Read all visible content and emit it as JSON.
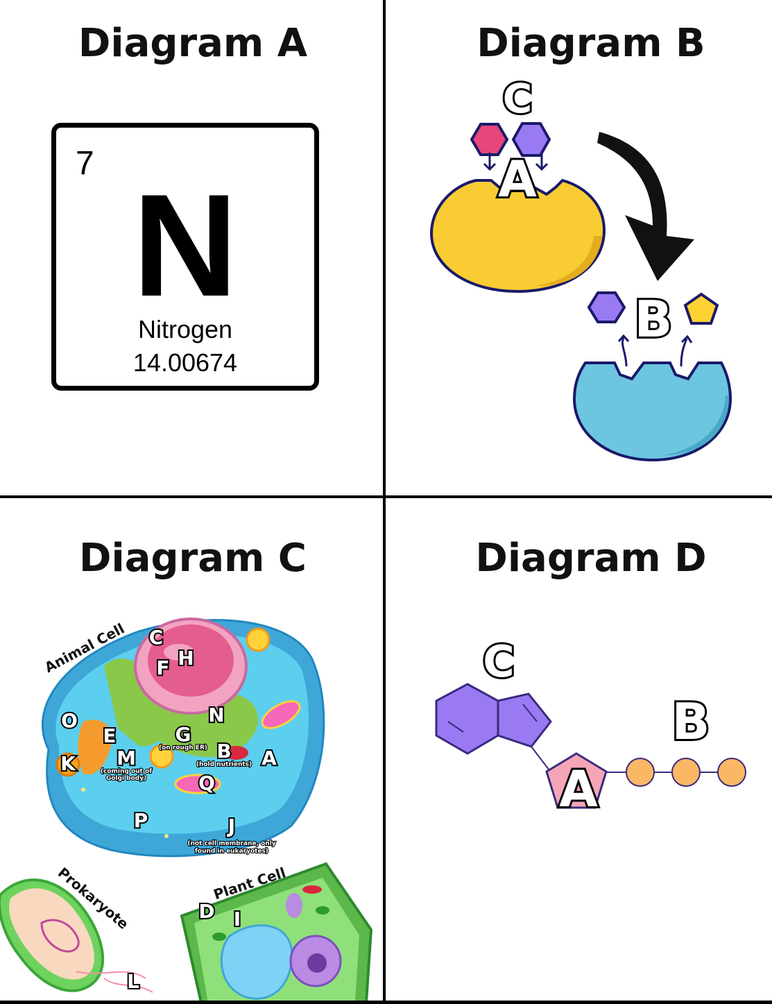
{
  "panels": {
    "a": {
      "title": "Diagram A"
    },
    "b": {
      "title": "Diagram B",
      "labels": {
        "c": "C",
        "a": "A",
        "b": "B"
      }
    },
    "c": {
      "title": "Diagram C"
    },
    "d": {
      "title": "Diagram D",
      "labels": {
        "c": "C",
        "a": "A",
        "b": "B"
      }
    }
  },
  "element": {
    "atomic_number": "7",
    "symbol": "N",
    "name": "Nitrogen",
    "atomic_mass": "14.00674"
  },
  "cells": {
    "animal_title": "Animal Cell",
    "prokaryote_title": "Prokaryote",
    "plant_title": "Plant Cell",
    "labels": {
      "c": "C",
      "h": "H",
      "f": "F",
      "n": "N",
      "o": "O",
      "e": "E",
      "g": "G",
      "g_note": "(on rough ER)",
      "b": "B",
      "b_note": "(hold nutrients)",
      "k": "K",
      "m": "M",
      "m_note_1": "(coming out of",
      "m_note_2": "Golgi body)",
      "a": "A",
      "q": "Q",
      "p": "P",
      "j": "J",
      "j_note_1": "(not cell membrane, only",
      "j_note_2": "found in eukaryotes)",
      "d": "D",
      "i": "I",
      "l": "L"
    }
  },
  "colors": {
    "enzyme_yellow": "#f9cc33",
    "enzyme_blue": "#6cc6e0",
    "hex_pink": "#e6467a",
    "hex_purple": "#9a7af2",
    "pentagon_yellow": "#ffd233",
    "bead_orange": "#fbb864",
    "pent_pink": "#f4a6b7",
    "cytoplasm_blue": "#47bfe8",
    "nucleus_pink": "#e77aa5",
    "plant_green": "#6ccf52"
  }
}
